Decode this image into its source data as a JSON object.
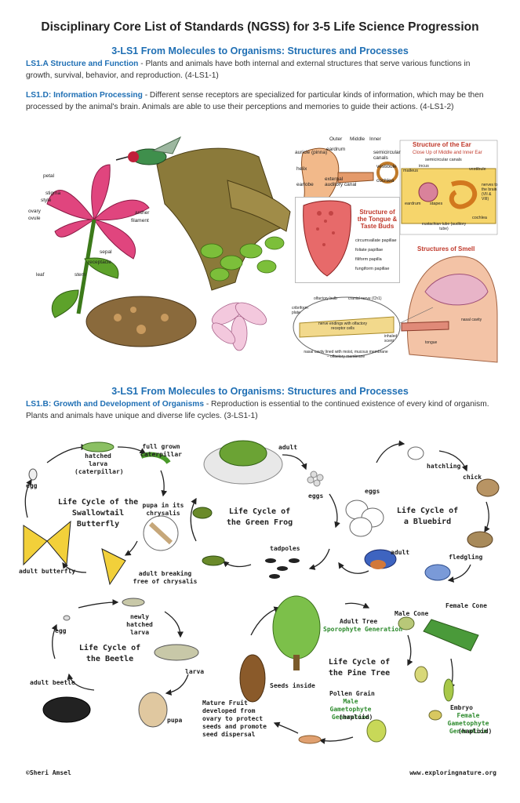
{
  "header": {
    "title": "Disciplinary Core List of Standards (NGSS) for 3-5 Life Science Progression"
  },
  "section1": {
    "heading": "3-LS1 From Molecules to Organisms: Structures and Processes",
    "p1_label": "LS1.A Structure and  Function",
    "p1_text": " -  Plants and animals have both internal and external structures that serve various functions in growth, survival, behavior, and reproduction. (4-LS1-1)",
    "p2_label": "LS1.D: Information Processing",
    "p2_text": " - Different sense receptors are specialized for particular kinds of information, which may be then processed by the animal's brain. Animals are able to use their perceptions and memories to guide their actions. (4-LS1-2)"
  },
  "flower_labels": [
    "petal",
    "stigma",
    "style",
    "ovary",
    "ovule",
    "anther",
    "filament",
    "sepal",
    "receptacle",
    "leaf",
    "stem"
  ],
  "ear": {
    "labels": [
      "Outer",
      "Middle",
      "Inner",
      "auricle (pinna)",
      "eardrum",
      "semicircular canals",
      "vestibule",
      "helix",
      "cochlea",
      "earlobe",
      "external auditory canal"
    ],
    "closeup_title": "Structure of the Ear",
    "closeup_subtitle": "Close Up of Middle and Inner Ear",
    "closeup_labels": [
      "semicircular canals",
      "incus",
      "malleus",
      "vestibule",
      "nerves to the brain (VII & VIII)",
      "eardrum",
      "stapes",
      "cochlea",
      "eustachian tube (auditory tube)"
    ]
  },
  "tongue": {
    "title": "Structure of the Tongue & Taste Buds",
    "labels": [
      "circumvallate papillae",
      "foliate papillae",
      "filiform papilla",
      "fungiform papillae"
    ]
  },
  "smell": {
    "title": "Structures of Smell",
    "labels": [
      "olfactory bulb",
      "cranial nerve (Ch1)",
      "cribriform plate",
      "nerve endings with olfactory receptor cells",
      "inhaled scent",
      "nasal cavity",
      "tongue",
      "nasal cavity lined with moist, mucous membrane – olfactory membrane"
    ]
  },
  "section2": {
    "heading": "3-LS1 From Molecules to Organisms: Structures and Processes",
    "p_label": "LS1.B: Growth and Development of Organisms",
    "p_text": " - Reproduction is essential to the continued existence of every kind of organism. Plants and animals have unique and diverse life cycles. (3-LS1-1)"
  },
  "butterfly": {
    "title": "Life Cycle of the Swallowtail Butterfly",
    "egg": "egg",
    "larva": "hatched larva (caterpillar)",
    "caterpillar": "full grown caterpillar",
    "pupa": "pupa in its chrysalis",
    "breaking": "adult breaking free of chrysalis",
    "adult": "adult butterfly"
  },
  "frog": {
    "title": "Life Cycle of the Green Frog",
    "adult": "adult",
    "eggs": "eggs",
    "tadpoles": "tadpoles"
  },
  "bluebird": {
    "title": "Life Cycle of a Bluebird",
    "eggs": "eggs",
    "hatchling": "hatchling",
    "chick": "chick",
    "fledgling": "fledgling",
    "adult": "adult"
  },
  "beetle": {
    "title": "Life Cycle of the Beetle",
    "egg": "egg",
    "hatched": "newly hatched larva",
    "larva": "larva",
    "pupa": "pupa",
    "adult": "adult beetle"
  },
  "pine": {
    "title": "Life Cycle of the Pine Tree",
    "adult_tree": "Adult Tree",
    "sporophyte": "Sporophyte Generation",
    "male_cone": "Male Cone",
    "female_cone": "Female Cone",
    "seeds": "Seeds inside",
    "fruit": "Mature Fruit developed from ovary to protect seeds and promote seed dispersal",
    "pollen": "Pollen Grain",
    "male_gen": "Male Gametophyte Generation",
    "pollen_haploid": "(haploid)",
    "embryo": "Embryo",
    "female_gen": "Female Gametophyte Generation",
    "embryo_haploid": "(haploid)"
  },
  "footer": {
    "left": "©Sheri Amsel",
    "right": "www.exploringnature.org"
  },
  "colors": {
    "heading_blue": "#1f6fb4",
    "panel_red": "#c0392b",
    "generation_green": "#2e8b2e"
  }
}
